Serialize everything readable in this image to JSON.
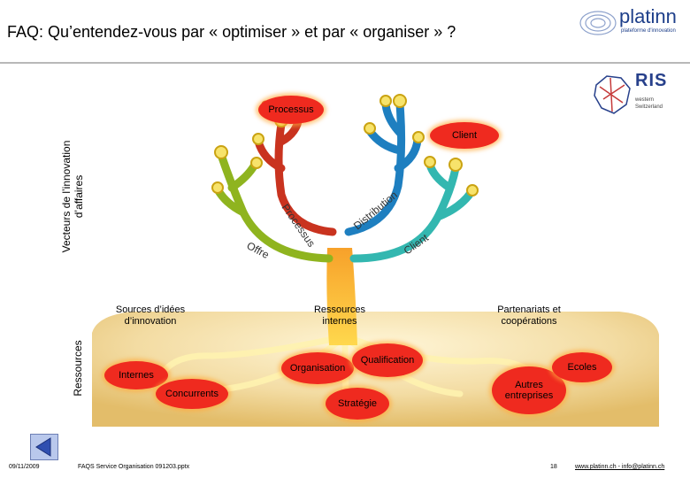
{
  "slide": {
    "title": "FAQ: Qu’entendez-vous par « optimiser » et  par « organiser » ?",
    "logo": {
      "name": "platinn",
      "tagline": "plateforme d'innovation"
    },
    "ris_logo": {
      "name": "RIS",
      "sub1": "western",
      "sub2": "Switzerland"
    },
    "axis_labels": {
      "top": "Vecteurs de l’innovation\nd’affaires",
      "bottom": "Ressources"
    },
    "bubbles": {
      "processus": "Processus",
      "client": "Client",
      "internes": "Internes",
      "concurrents": "Concurrents",
      "organisation": "Organisation",
      "qualification": "Qualification",
      "strategie": "Stratégie",
      "autres": "Autres\nentreprises",
      "ecoles": "Ecoles"
    },
    "branch_words": {
      "offre": "Offre",
      "processus": "Processus",
      "distribution": "Distribution",
      "client": "Client"
    },
    "root_labels": {
      "sources": "Sources d’idées\nd’innovation",
      "ressources": "Ressources\ninternes",
      "partenariats": "Partenariats et\ncoopérations"
    },
    "footer": {
      "date": "09/11/2009",
      "file": "FAQS Service Organisation 091203.pptx",
      "page": "18",
      "website": "www.platinn.ch - info@platinn.ch"
    }
  }
}
